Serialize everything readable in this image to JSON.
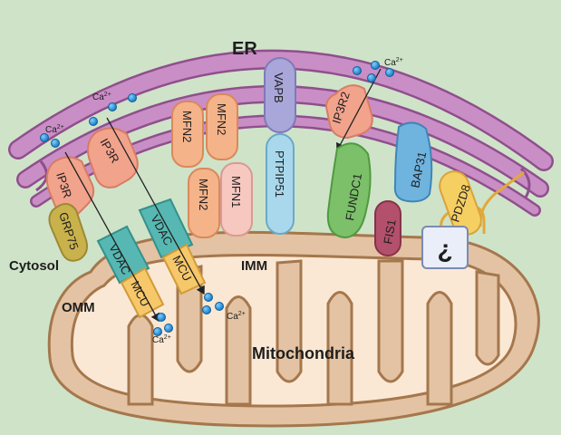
{
  "labels": {
    "er": "ER",
    "cytosol": "Cytosol",
    "omm": "OMM",
    "imm": "IMM",
    "mitochondria": "Mitochondria",
    "unknown": "¿"
  },
  "ions": {
    "ca": "Ca",
    "charge": "2+"
  },
  "proteins": {
    "ip3r_left": "IP3R",
    "ip3r_mid": "IP3R",
    "ip3r2": "IP3R2",
    "grp75": "GRP75",
    "vdac_left": "VDAC",
    "vdac_mid": "VDAC",
    "mcu_left": "MCU",
    "mcu_mid": "MCU",
    "mfn2_top": "MFN2",
    "mfn2_top_right": "MFN2",
    "mfn2_bottom": "MFN2",
    "mfn1": "MFN1",
    "vapb": "VAPB",
    "ptpip51": "PTPIP51",
    "fundc1": "FUNDC1",
    "bap31": "BAP31",
    "fis1": "FIS1",
    "pdzd8": "PDZD8"
  },
  "colors": {
    "background": "#cfe3c9",
    "er": "#c98ec6",
    "er_stroke": "#8f4f8c",
    "mito_outer": "#e3c3a3",
    "mito_inner": "#fbe8d4",
    "mito_stroke": "#a5774d",
    "ip3r": "#f2a38c",
    "grp75": "#c9b24c",
    "vdac": "#57b8b3",
    "mcu": "#f6c86a",
    "mfn2": "#f5b38a",
    "mfn1": "#f7c8c0",
    "vapb": "#a9a6d9",
    "ptpip51": "#a9d8ec",
    "fundc1": "#7cc06a",
    "bap31": "#6fb3df",
    "fis1": "#b3506b",
    "pdzd8": "#f6cf63",
    "ion": "#1a8fd6"
  }
}
